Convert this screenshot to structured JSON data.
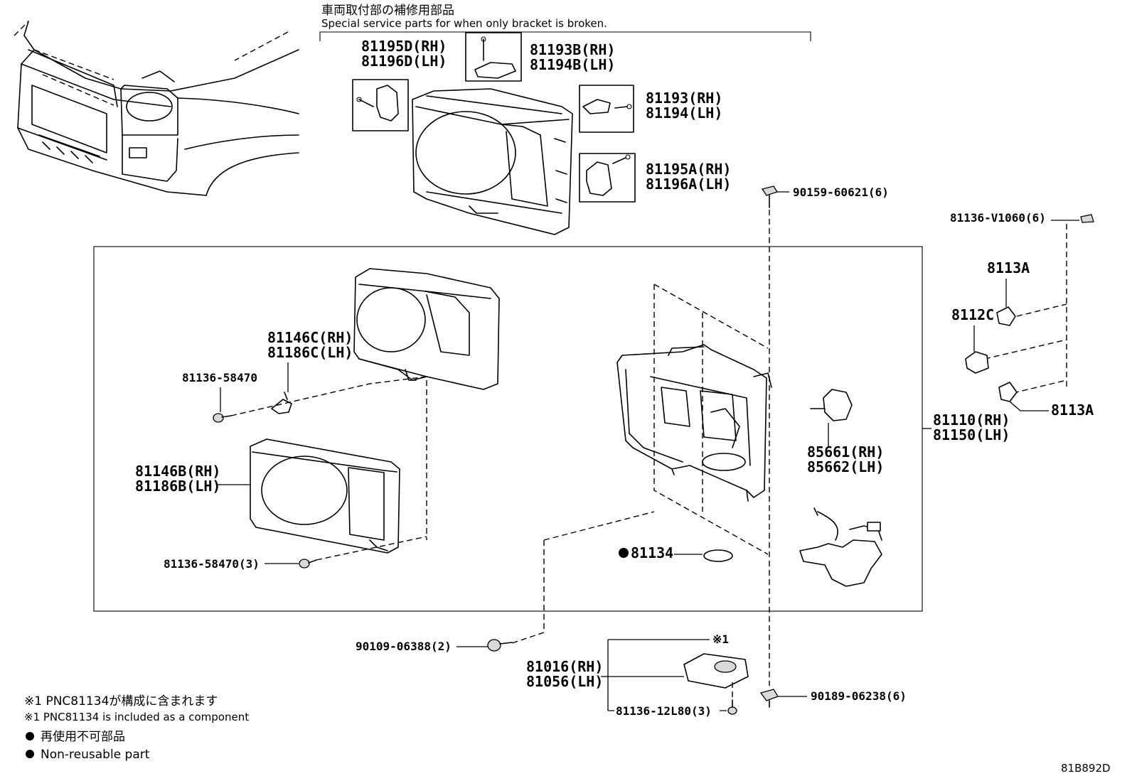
{
  "header": {
    "title_jp": "車両取付部の補修用部品",
    "title_en": "Special service parts for when only bracket is broken."
  },
  "labels": {
    "p81195D": "81195D(RH)",
    "p81196D": "81196D(LH)",
    "p81193B": "81193B(RH)",
    "p81194B": "81194B(LH)",
    "p81193": "81193(RH)",
    "p81194": "81194(LH)",
    "p81195A": "81195A(RH)",
    "p81196A": "81196A(LH)",
    "p90159": "90159-60621(6)",
    "p81136v": "81136-V1060(6)",
    "p8113A_top": "8113A",
    "p8112C": "8112C",
    "p8113A_bot": "8113A",
    "p81110": "81110(RH)",
    "p81150": "81150(LH)",
    "p81146C": "81146C(RH)",
    "p81186C": "81186C(LH)",
    "p81136_58470": "81136-58470",
    "p81146B": "81146B(RH)",
    "p81186B": "81186B(LH)",
    "p81136_58470_3": "81136-58470(3)",
    "p85661": "85661(RH)",
    "p85662": "85662(LH)",
    "p81134": "81134",
    "p90109": "90109-06388(2)",
    "p81016": "81016(RH)",
    "p81056": "81056(LH)",
    "p81136_12L80": "81136-12L80(3)",
    "p90189": "90189-06238(6)",
    "note_mark": "※1"
  },
  "notes": {
    "n1_jp": "※1 PNC81134が構成に含まれます",
    "n1_en": "※1 PNC81134 is included as a component",
    "n2_jp": "再使用不可部品",
    "n2_en": "Non-reusable part"
  },
  "figure_id": "81B892D",
  "colors": {
    "line": "#000000",
    "background": "#ffffff"
  }
}
